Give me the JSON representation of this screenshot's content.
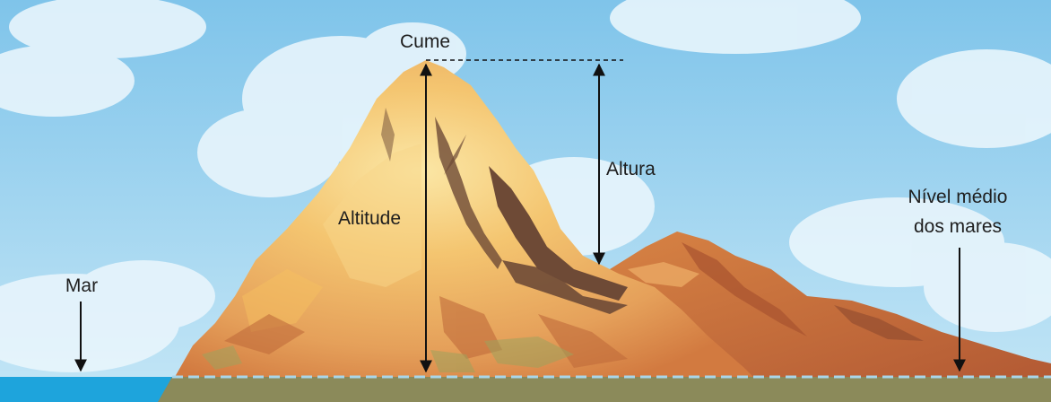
{
  "labels": {
    "summit": "Cume",
    "altitude": "Altitude",
    "height": "Altura",
    "sea": "Mar",
    "sea_level_line1": "Nível médio",
    "sea_level_line2": "dos mares"
  },
  "colors": {
    "sky_top": "#7fc4ea",
    "sky_bottom": "#c4e6f6",
    "cloud": "#e8f5fc",
    "sea": "#1ea4dc",
    "ground": "#8b8a5a",
    "mountain_light": "#f6c873",
    "mountain_mid": "#e5a05a",
    "mountain_dark": "#c76b3a",
    "rock_shadow": "#6e4a36",
    "sea_level_line": "#a9d6ea",
    "arrow": "#111111"
  }
}
